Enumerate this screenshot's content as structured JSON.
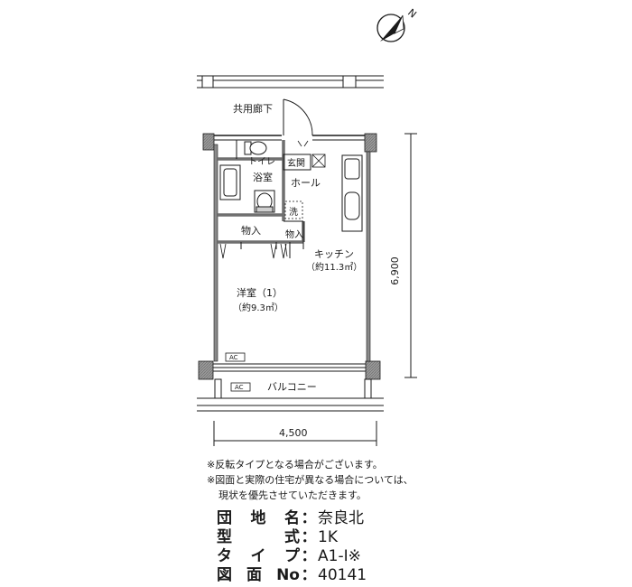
{
  "compass": {
    "north_label": "N",
    "icon": "compass-arrow-icon"
  },
  "rooms": {
    "corridor": "共用廊下",
    "toilet": "トイレ",
    "bathroom": "浴室",
    "entrance": "玄関",
    "hall": "ホール",
    "laundry": "洗",
    "storage_left": "物入",
    "storage_right": "物入",
    "kitchen": "キッチン",
    "kitchen_area": "（約11.3㎡）",
    "western_room": "洋室（1）",
    "western_room_area": "（約9.3㎡）",
    "ac_inside": "AC",
    "ac_outside": "AC",
    "balcony": "バルコニー"
  },
  "dimensions": {
    "width": "4,500",
    "depth": "6,900"
  },
  "notes": [
    "※反転タイプとなる場合がございます。",
    "※図面と実際の住宅が異なる場合については、",
    "現状を優先させていただきます。"
  ],
  "info": [
    {
      "key": "団地名",
      "value": "奈良北"
    },
    {
      "key": "型式",
      "value": "1K"
    },
    {
      "key": "タイプ",
      "value": "A1-I※"
    },
    {
      "key": "図面No",
      "value": "40141"
    }
  ]
}
